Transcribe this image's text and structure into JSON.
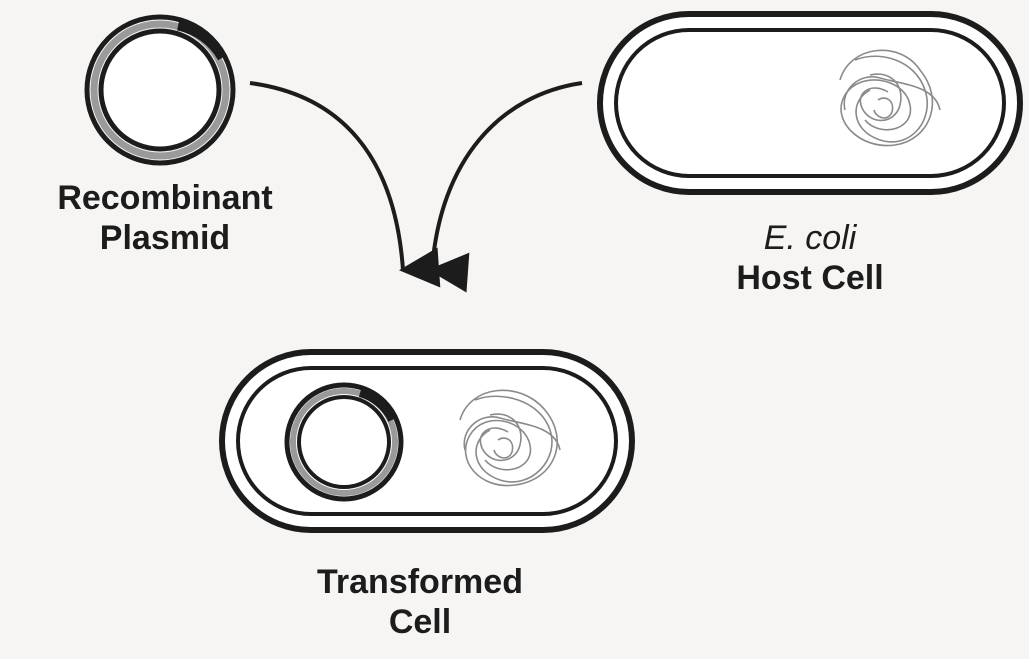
{
  "labels": {
    "plasmid_line1": "Recombinant",
    "plasmid_line2": "Plasmid",
    "host_line1": "E. coli",
    "host_line2": "Host Cell",
    "transformed_line1": "Transformed",
    "transformed_line2": "Cell"
  },
  "colors": {
    "background": "#f6f5f3",
    "outline": "#1c1c1c",
    "fill": "#ffffff",
    "dna": "#8a8a8a"
  }
}
